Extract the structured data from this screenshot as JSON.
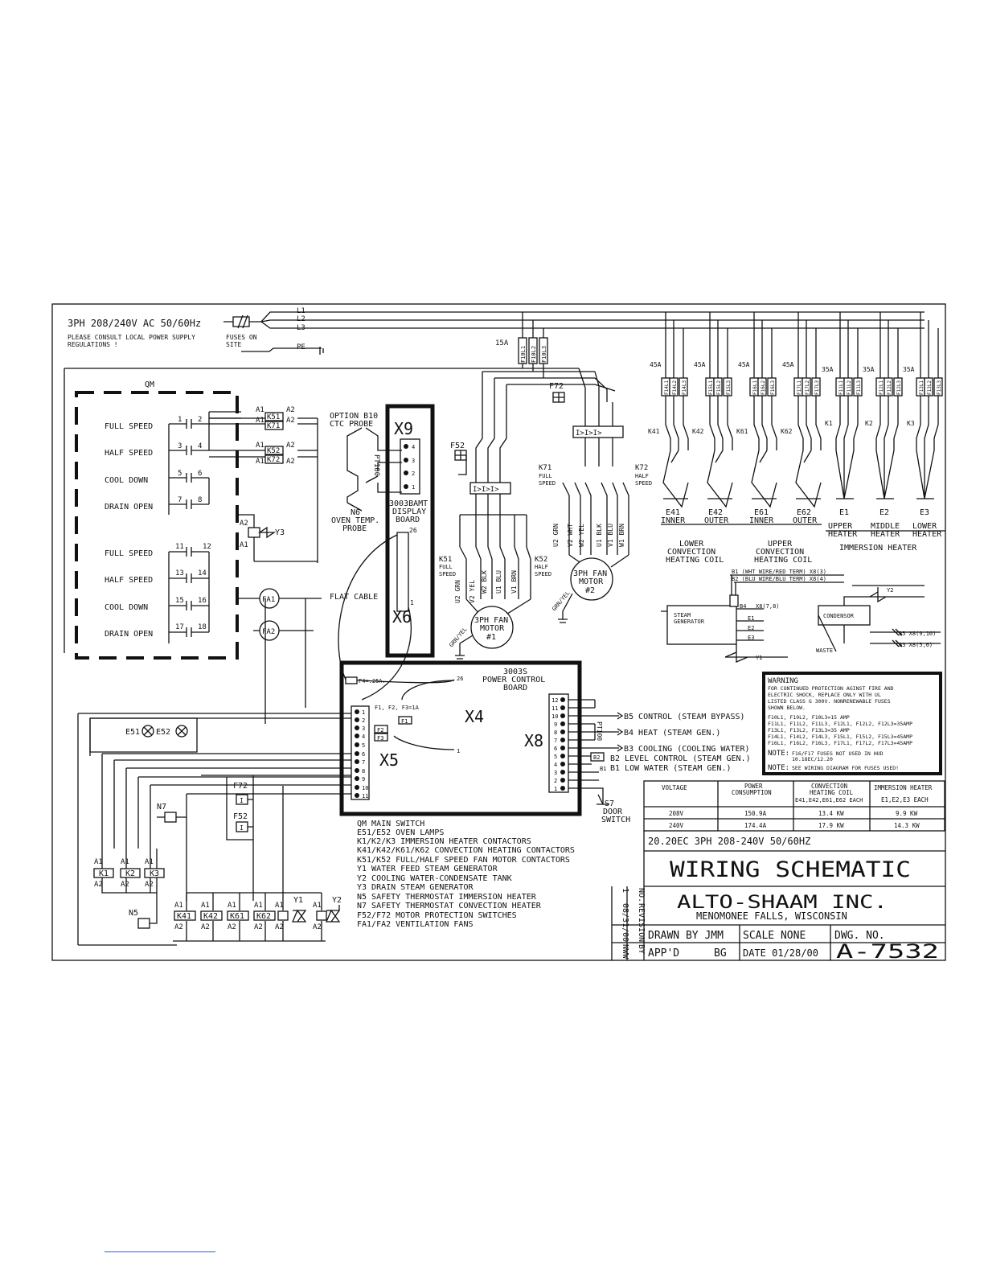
{
  "supply": {
    "title": "3PH 208/240V AC 50/60Hz",
    "consult_1": "PLEASE CONSULT LOCAL POWER SUPPLY",
    "consult_2": "REGULATIONS !",
    "fuses_1": "FUSES ON",
    "fuses_2": "SITE",
    "lines": [
      "L1",
      "L2",
      "L3"
    ],
    "pe": "PE"
  },
  "main_switch": {
    "label": "QM",
    "positions_a": [
      "FULL SPEED",
      "HALF SPEED",
      "COOL DOWN",
      "DRAIN OPEN"
    ],
    "positions_b": [
      "FULL SPEED",
      "HALF SPEED",
      "COOL DOWN",
      "DRAIN OPEN"
    ],
    "contacts_a": [
      "1",
      "2",
      "3",
      "4",
      "5",
      "6",
      "7",
      "8"
    ],
    "contacts_b": [
      "11",
      "12",
      "13",
      "14",
      "15",
      "16",
      "17",
      "18"
    ]
  },
  "fan_relays": {
    "coils": [
      "K51",
      "K71",
      "K52",
      "K72"
    ],
    "a1": "A1",
    "a2": "A2"
  },
  "probe": {
    "option_1": "OPTION B10",
    "option_2": "CTC PROBE",
    "sensor": "PT100",
    "name_1": "N6",
    "name_2": "OVEN TEMP.",
    "name_3": "PROBE"
  },
  "display_board": {
    "x9": "X9",
    "x6": "X6",
    "pins": [
      "4",
      "3",
      "2",
      "1"
    ],
    "label_1": "3003BAMT",
    "label_2": "DISPLAY",
    "label_3": "BOARD",
    "pin_top": "26",
    "pin_bottom": "1",
    "flat_cable": "FLAT CABLE"
  },
  "drain_valve": {
    "label": "Y3",
    "a1": "A1",
    "a2": "A2"
  },
  "fans": [
    "FA1",
    "FA2"
  ],
  "fuse_sizes": {
    "f10": "15A",
    "f_convection": "45A",
    "f_immersion": "35A"
  },
  "fuse_labels": {
    "f10": [
      "F10L1",
      "F10L2",
      "F10L3"
    ],
    "f14": [
      "F14L1",
      "F14L2",
      "F14L3"
    ],
    "f15": [
      "F15L1",
      "F15L2",
      "F15L3"
    ],
    "f16": [
      "F16L1",
      "F16L2",
      "F16L3"
    ],
    "f17": [
      "F17L1",
      "F17L2",
      "F17L3"
    ],
    "f11": [
      "F11L1",
      "F11L2",
      "F11L3"
    ],
    "f12": [
      "F12L1",
      "F12L2",
      "F12L3"
    ],
    "f13": [
      "F13L1",
      "F13L2",
      "F13L3"
    ]
  },
  "motor_protection": [
    "F52",
    "F72"
  ],
  "fan_contactors": {
    "k71": "K71",
    "k71_1": "FULL",
    "k71_2": "SPEED",
    "k72": "K72",
    "k72_1": "HALF",
    "k72_2": "SPEED",
    "k51": "K51",
    "k51_1": "FULL",
    "k51_2": "SPEED",
    "k52": "K52",
    "k52_1": "HALF",
    "k52_2": "SPEED",
    "wires_1": [
      "U2 GRN",
      "V2 WHT",
      "W2 YEL",
      "U1 BLK",
      "V1 BLU",
      "W1 BRN"
    ],
    "wires_2": [
      "U2 GRN",
      "V2 YEL",
      "W2 BLK",
      "U1 BLU",
      "V1 BRN"
    ],
    "grn_yel": "GRN/YEL"
  },
  "fan_motors": [
    {
      "l1": "3PH FAN",
      "l2": "MOTOR",
      "l3": "#1"
    },
    {
      "l1": "3PH FAN",
      "l2": "MOTOR",
      "l3": "#2"
    }
  ],
  "heater_contactors": [
    "K41",
    "K42",
    "K61",
    "K62",
    "K1",
    "K2",
    "K3"
  ],
  "heaters": [
    {
      "id": "E41",
      "sub": "INNER"
    },
    {
      "id": "E42",
      "sub": "OUTER"
    },
    {
      "id": "E61",
      "sub": "INNER"
    },
    {
      "id": "E62",
      "sub": "OUTER"
    },
    {
      "id": "E1",
      "sub": "UPPER",
      "sub2": "HEATER"
    },
    {
      "id": "E2",
      "sub": "MIDDLE",
      "sub2": "HEATER"
    },
    {
      "id": "E3",
      "sub": "LOWER",
      "sub2": "HEATER"
    }
  ],
  "heater_groups": {
    "lower_1": "LOWER",
    "lower_2": "CONVECTION",
    "lower_3": "HEATING COIL",
    "upper_1": "UPPER",
    "upper_2": "CONVECTION",
    "upper_3": "HEATING COIL",
    "immersion": "IMMERSION HEATER"
  },
  "steam": {
    "b1": "B1 (WHT WIRE/RED TERM) X8(3)",
    "b2": "B2 (BLU WIRE/BLU TERM) X8(4)",
    "b4": "B4",
    "b4_term": "X8(7,8)",
    "gen_1": "STEAM",
    "gen_2": "GENERATOR",
    "elements": [
      "E1",
      "E2",
      "E3"
    ],
    "y1": "Y1",
    "y2": "Y2",
    "condensor": "CONDENSOR",
    "waste": "WASTE",
    "b5": "B5 X8(9,10)",
    "b3": "B3 X8(5,6)"
  },
  "power_board": {
    "f4": "F4=.25A.",
    "pin26": "26",
    "name_1": "3003S",
    "name_2": "POWER CONTROL",
    "name_3": "BOARD",
    "fuses": "F1, F2, F3=1A",
    "f1": "F1",
    "f2": "F2",
    "f3": "F3",
    "x4": "X4",
    "x5": "X5",
    "x8": "X8",
    "pin1": "1",
    "x5_pins": [
      "1",
      "2",
      "3",
      "4",
      "5",
      "6",
      "7",
      "8",
      "9",
      "10",
      "11"
    ],
    "x8_pins": [
      "12",
      "11",
      "10",
      "9",
      "8",
      "7",
      "6",
      "5",
      "4",
      "3",
      "2",
      "1"
    ],
    "pt100": "PT100",
    "b2": "B2",
    "b1": "B1"
  },
  "x8_signals": [
    "B5 CONTROL (STEAM BYPASS)",
    "B4 HEAT (STEAM GEN.)",
    "B3 COOLING (COOLING WATER)",
    "B2 LEVEL CONTROL (STEAM GEN.)",
    "B1 LOW WATER (STEAM GEN.)"
  ],
  "door_switch": {
    "id": "S7",
    "l1": "DOOR",
    "l2": "SWITCH"
  },
  "lamps": [
    "E51",
    "E52"
  ],
  "thermostats": [
    "N7",
    "N5"
  ],
  "low_contactors": {
    "imm": [
      "K1",
      "K2",
      "K3"
    ],
    "conv": [
      "K41",
      "K42",
      "K61",
      "K62"
    ],
    "valves": [
      "Y1",
      "Y2"
    ],
    "a1": "A1",
    "a2": "A2"
  },
  "legend": [
    "QM MAIN SWITCH",
    "E51/E52 OVEN LAMPS",
    "K1/K2/K3 IMMERSION HEATER CONTACTORS",
    "K41/K42/K61/K62 CONVECTION HEATING CONTACTORS",
    "K51/K52 FULL/HALF SPEED FAN MOTOR CONTACTORS",
    "Y1 WATER FEED STEAM GENERATOR",
    "Y2 COOLING WATER-CONDENSATE TANK",
    "Y3 DRAIN STEAM GENERATOR",
    "N5 SAFETY THERMOSTAT IMMERSION HEATER",
    "N7 SAFETY THERMOSTAT CONVECTION HEATER",
    "F52/F72 MOTOR PROTECTION SWITCHES",
    "FA1/FA2 VENTILATION FANS"
  ],
  "warning": {
    "title": "WARNING",
    "lines": [
      "FOR CONTINUED PROTECTION AGINST FIRE AND",
      "ELECTRIC SHOCK, REPLACE ONLY WITH UL",
      "LISTED CLASS G 300V. NONRENEWABLE FUSES",
      "SHOWN BELOW."
    ],
    "fuse_lines": [
      "F10L1, F10L2, F10L3=15 AMP",
      "F11L1, F11L2, F11L3, F12L1, F12L2, F12L3=35AMP",
      "F13L1, F13L2, F13L3=35 AMP",
      "F14L1, F14L2, F14L3, F15L1, F15L2, F15L3=45AMP",
      "F16L1, F16L2, F16L3, F17L1, F17L2, F17L3=45AMP"
    ],
    "note1_head": "NOTE:",
    "note1_a": "F16/F17 FUSES NOT USED IN HUD",
    "note1_b": "10.18EC/12.20",
    "note2_head": "NOTE:",
    "note2": "SEE WIRING DIAGRAM FOR FUSES USED!"
  },
  "spec_table": {
    "headers": [
      [
        "VOLTAGE"
      ],
      [
        "POWER",
        "CONSUMPTION"
      ],
      [
        "CONVECTION",
        "HEATING COIL",
        "E41,E42,E61,E62 EACH"
      ],
      [
        "IMMERSION HEATER",
        "E1,E2,E3 EACH"
      ]
    ],
    "rows": [
      [
        "208V",
        "150.9A",
        "13.4 KW",
        "9.9 KW"
      ],
      [
        "240V",
        "174.4A",
        "17.9 KW",
        "14.3 KW"
      ]
    ]
  },
  "title_block": {
    "model": "20.20EC 3PH 208-240V 50/60HZ",
    "title": "WIRING SCHEMATIC",
    "company": "ALTO-SHAAM INC.",
    "location": "MENOMONEE FALLS, WISCONSIN",
    "rev_headers": [
      "NO.",
      "REVISION",
      "BY"
    ],
    "rev_values": [
      "1",
      "08/31/00",
      "NWW"
    ],
    "drawn_by": "DRAWN BY JMM",
    "scale": "SCALE  NONE",
    "dwg_no_label": "DWG. NO.",
    "appd": "APP'D",
    "appd_by": "BG",
    "date": "DATE 01/28/00",
    "dwg_no": "A-7532"
  }
}
